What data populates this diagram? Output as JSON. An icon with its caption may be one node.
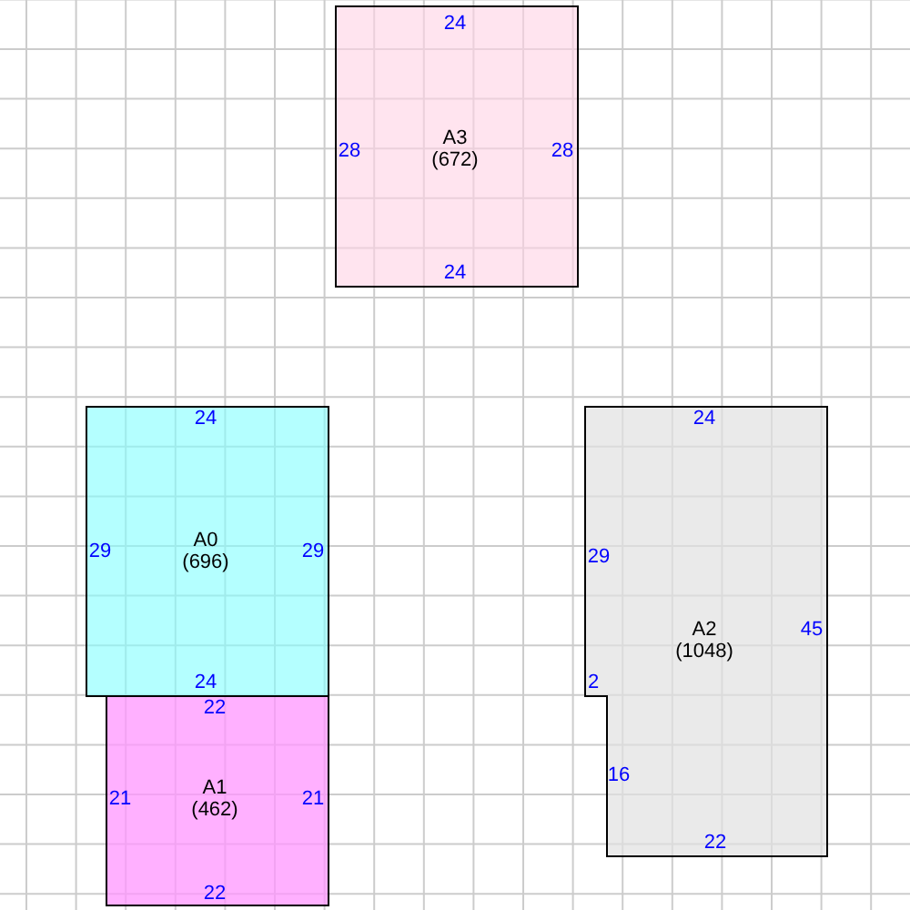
{
  "diagram": {
    "nodes": [
      {
        "text": [
          "24",
          "28",
          "A3",
          "(672)",
          "28",
          "24"
        ]
      },
      {
        "text": [
          "24",
          "29",
          "A0",
          "(696)",
          "29",
          "24"
        ]
      },
      {
        "text": [
          "24",
          "29",
          "A2",
          "(1048)",
          "45",
          "2",
          "16",
          "22"
        ]
      },
      {
        "text": [
          "22",
          "21",
          "A1",
          "(462)",
          "21",
          "22"
        ]
      }
    ],
    "edges": []
  }
}
